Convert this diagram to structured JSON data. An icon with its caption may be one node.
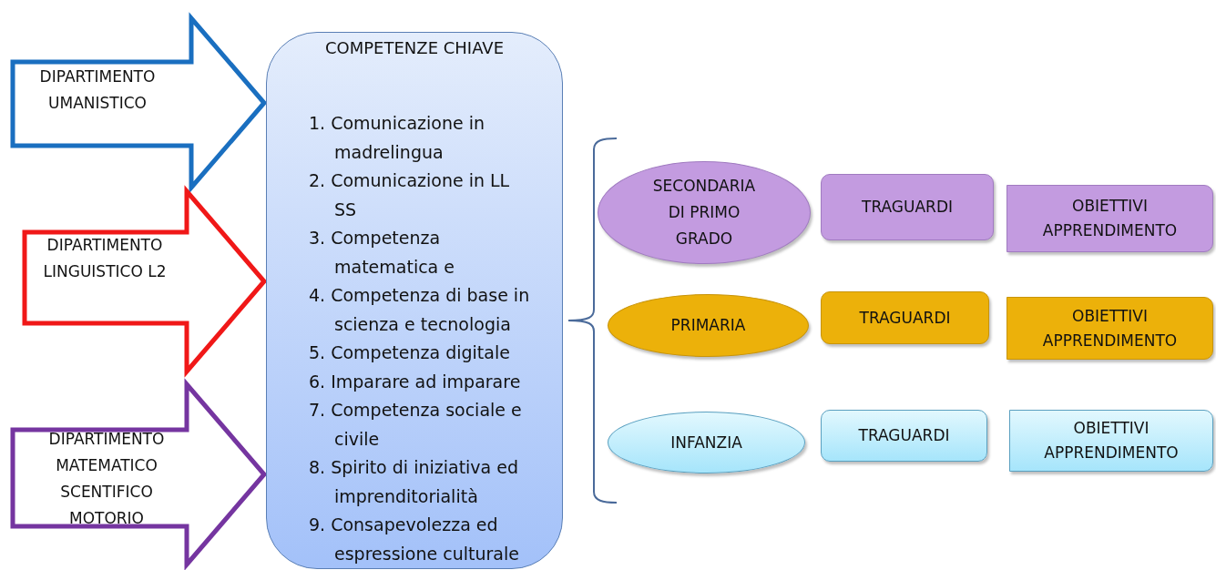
{
  "diagram": {
    "nodes": [
      {
        "text": [
          "DIPARTIMENTO UMANISTICO"
        ]
      },
      {
        "text": [
          "DIPARTIMENTO LINGUISTICO L2"
        ]
      },
      {
        "text": [
          "DIPARTIMENTO MATEMATICO SCENTIFICO MOTORIO"
        ]
      },
      {
        "text": [
          "COMPETENZE CHIAVE",
          "1. Comunicazione in madrelingua",
          "2. Comunicazione in LL SS",
          "3. Competenza matematica e",
          "4. Competenza di base in scienza e tecnologia",
          "5. Competenza digitale",
          "6. Imparare ad imparare",
          "7. Competenza sociale e civile",
          "8. Spirito di iniziativa ed imprenditorialità",
          "9. Consapevolezza ed espressione culturale"
        ]
      },
      {
        "text": [
          "SECONDARIA DI PRIMO GRADO"
        ]
      },
      {
        "text": [
          "TRAGUARDI"
        ]
      },
      {
        "text": [
          "OBIETTIVI APPRENDIMENTO"
        ]
      },
      {
        "text": [
          "PRIMARIA"
        ]
      },
      {
        "text": [
          "TRAGUARDI"
        ]
      },
      {
        "text": [
          "OBIETTIVI APPRENDIMENTO"
        ]
      },
      {
        "text": [
          "INFANZIA"
        ]
      },
      {
        "text": [
          "TRAGUARDI"
        ]
      },
      {
        "text": [
          "OBIETTIVI APPRENDIMENTO"
        ]
      }
    ]
  }
}
